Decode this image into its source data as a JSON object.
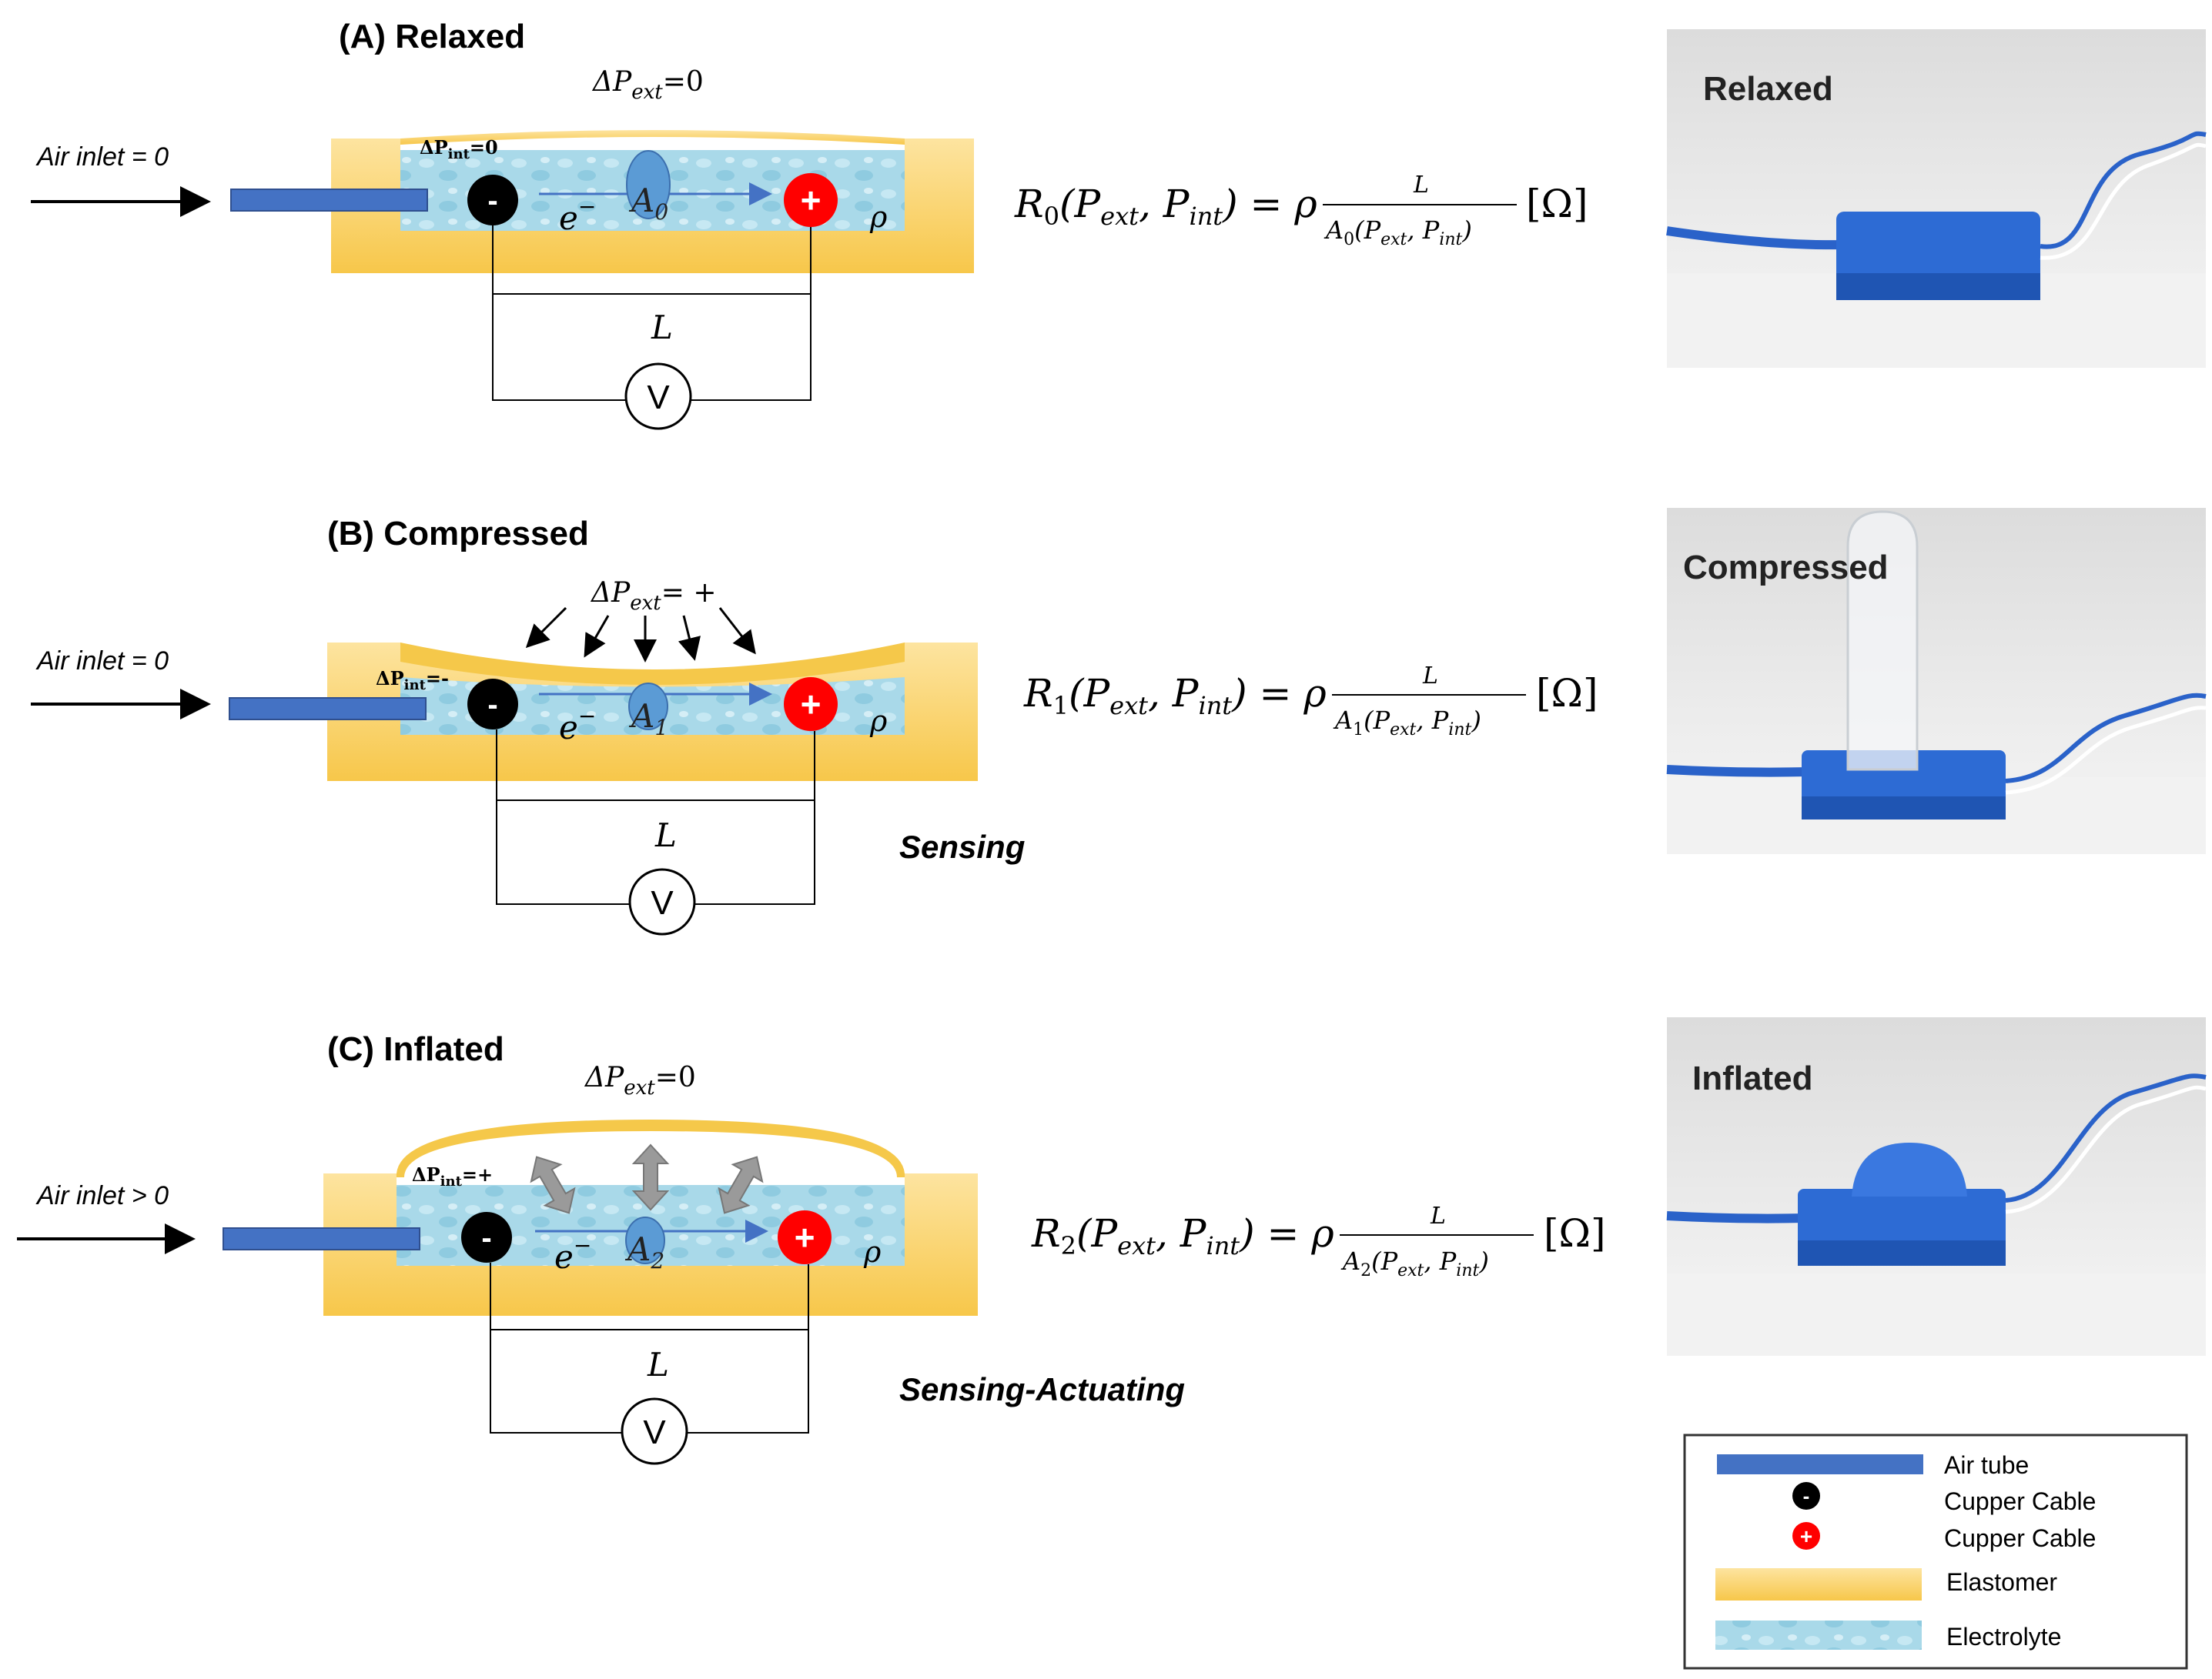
{
  "panels": [
    {
      "id": "A",
      "title": "(A) Relaxed",
      "air_inlet": "Air inlet = 0",
      "dp_ext": "ΔP",
      "dp_ext_sub": "ext",
      "dp_ext_val": "=0",
      "dp_int": "ΔP",
      "dp_int_sub": "int",
      "dp_int_val": "=0",
      "area": "A",
      "area_sub": "0",
      "electron": "e",
      "electron_sup": "−",
      "rho": "ρ",
      "length": "L",
      "voltmeter": "V",
      "neg": "-",
      "pos": "+",
      "eq_lhs": "R",
      "eq_lhs_sub": "0",
      "eq_args": "(P",
      "eq_ext": "ext",
      "eq_comma": ", P",
      "eq_int": "int",
      "eq_close": ") = ρ",
      "eq_num": "L",
      "eq_den": "A",
      "eq_den_sub": "0",
      "eq_den_args": "(P",
      "eq_den_ext": "ext",
      "eq_den_comma": ", P",
      "eq_den_int": "int",
      "eq_den_close": ")",
      "eq_unit": "[Ω]",
      "photo_label": "Relaxed",
      "mode": ""
    },
    {
      "id": "B",
      "title": "(B) Compressed",
      "air_inlet": "Air inlet = 0",
      "dp_ext": "ΔP",
      "dp_ext_sub": "ext",
      "dp_ext_val": "= +",
      "dp_int": "ΔP",
      "dp_int_sub": "int",
      "dp_int_val": "=-",
      "area": "A",
      "area_sub": "1",
      "electron": "e",
      "electron_sup": "−",
      "rho": "ρ",
      "length": "L",
      "voltmeter": "V",
      "neg": "-",
      "pos": "+",
      "eq_lhs": "R",
      "eq_lhs_sub": "1",
      "eq_args": "(P",
      "eq_ext": "ext",
      "eq_comma": ", P",
      "eq_int": "int",
      "eq_close": ") = ρ",
      "eq_num": "L",
      "eq_den": "A",
      "eq_den_sub": "1",
      "eq_den_args": "(P",
      "eq_den_ext": "ext",
      "eq_den_comma": ", P",
      "eq_den_int": "int",
      "eq_den_close": ")",
      "eq_unit": "[Ω]",
      "photo_label": "Compressed",
      "mode": "Sensing"
    },
    {
      "id": "C",
      "title": "(C) Inflated",
      "air_inlet": "Air inlet > 0",
      "dp_ext": "ΔP",
      "dp_ext_sub": "ext",
      "dp_ext_val": "=0",
      "dp_int": "ΔP",
      "dp_int_sub": "int",
      "dp_int_val": "=+",
      "area": "A",
      "area_sub": "2",
      "electron": "e",
      "electron_sup": "−",
      "rho": "ρ",
      "length": "L",
      "voltmeter": "V",
      "neg": "-",
      "pos": "+",
      "eq_lhs": "R",
      "eq_lhs_sub": "2",
      "eq_args": "(P",
      "eq_ext": "ext",
      "eq_comma": ", P",
      "eq_int": "int",
      "eq_close": ") = ρ",
      "eq_num": "L",
      "eq_den": "A",
      "eq_den_sub": "2",
      "eq_den_args": "(P",
      "eq_den_ext": "ext",
      "eq_den_comma": ", P",
      "eq_den_int": "int",
      "eq_den_close": ")",
      "eq_unit": "[Ω]",
      "photo_label": "Inflated",
      "mode": "Sensing-Actuating"
    }
  ],
  "legend": {
    "items": [
      "Air tube",
      "Cupper Cable",
      "Cupper Cable",
      "Elastomer",
      "Electrolyte"
    ],
    "neg_symbol": "-",
    "pos_symbol": "+"
  },
  "colors": {
    "elastomer": "#fbd872",
    "electrolyte": "#a9d9e9",
    "air_tube": "#4472c4",
    "negative": "#000000",
    "positive": "#ff0000",
    "device_blue": "#2d6bd4"
  }
}
